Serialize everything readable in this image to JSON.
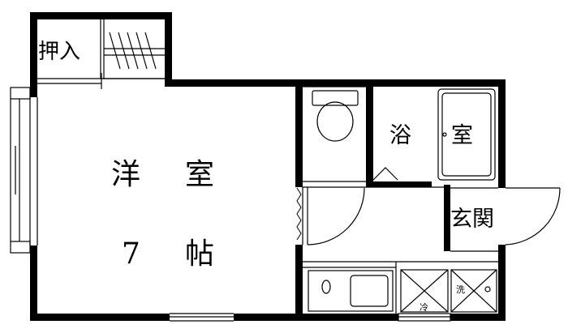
{
  "labels": {
    "oshiire": "押入",
    "youshitsu_a": "洋",
    "youshitsu_b": "室",
    "size_num": "7",
    "size_unit": "帖",
    "yokushitsu_a": "浴",
    "yokushitsu_b": "室",
    "genkan": "玄関",
    "fridge_mark": "冷",
    "washer_mark": "洗"
  }
}
